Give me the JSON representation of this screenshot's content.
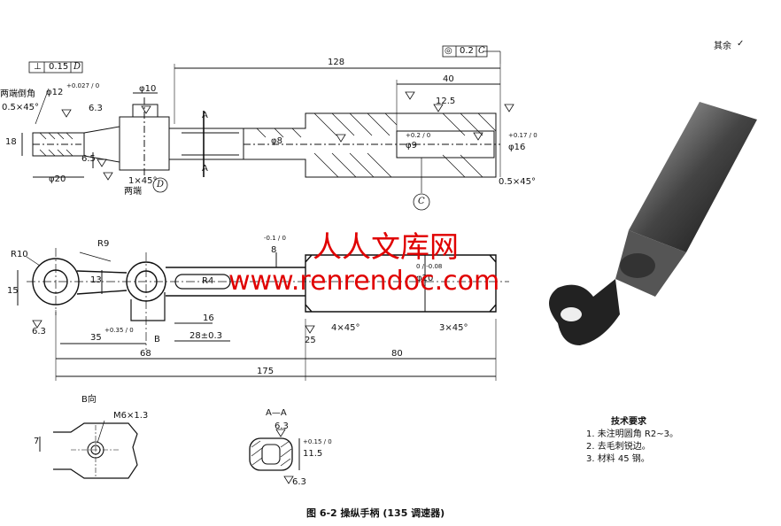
{
  "roughness_note": "其余",
  "tolerance_frames": [
    {
      "symbol": "⊥",
      "value": "0.15",
      "datum": "D"
    },
    {
      "symbol": "◎",
      "value": "0.2",
      "datum": "C"
    }
  ],
  "top_view_labels": {
    "chamfer_note": "两端倒角",
    "chamfer_spec": "0.5×45°",
    "bore_12": "φ12",
    "bore_12_tol": "+0.027 / 0",
    "dia_10": "φ10",
    "len_128": "128",
    "len_40": "40",
    "ra_63": "6.3",
    "ra_125": "12.5",
    "dim_18": "18",
    "dim_65": "6.5",
    "dia_20": "φ20",
    "chamfer_1x45": "1×45°",
    "both_ends": "两端",
    "datum_d": "D",
    "datum_c": "C",
    "section_a": "A",
    "dia_8": "φ8",
    "dia_9": "φ9",
    "dia_9_tol": "+0.2 / 0",
    "dia_16": "φ16",
    "dia_16_tol": "+0.17 / 0",
    "chamfer_end": "0.5×45°"
  },
  "front_view_labels": {
    "r10": "R10",
    "r9": "R9",
    "dim_13": "13",
    "dim_15": "15",
    "r4": "R4",
    "dim_8": "8",
    "dim_8_tol": "-0.1 / 0",
    "dia_20": "φ20",
    "dia_20_tol": "0 / -0.08",
    "dim_16": "16",
    "dim_28": "28±0.3",
    "dim_35": "35",
    "dim_35_tol": "+0.35 / 0",
    "view_b": "B",
    "chamfer_4x45": "4×45°",
    "chamfer_3x45": "3×45°",
    "ra_25": "25",
    "ra_63": "6.3",
    "len_68": "68",
    "len_175": "175",
    "len_80": "80"
  },
  "view_b": {
    "title": "B向",
    "thread": "M6×1.3",
    "dim_7": "7"
  },
  "section_aa": {
    "title": "A—A",
    "ra": "6.3",
    "dim": "11.5",
    "dim_tol": "+0.15 / 0",
    "ra_bottom": "6.3"
  },
  "watermark": {
    "line1": "人人文库网",
    "line2": "www.renrendoc.com"
  },
  "tech_requirements": {
    "title": "技术要求",
    "items": [
      "1. 未注明圆角 R2~3。",
      "2. 去毛刺锐边。",
      "3. 材料 45 钢。"
    ]
  },
  "caption": "图 6-2  操纵手柄 (135 调速器)"
}
